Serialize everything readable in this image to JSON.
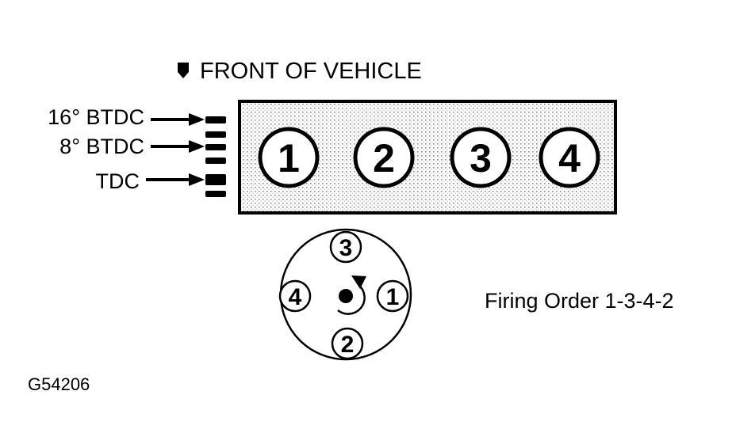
{
  "header": {
    "front_label": "FRONT OF VEHICLE"
  },
  "timing_marks": {
    "labels": [
      "16° BTDC",
      "8° BTDC",
      "TDC"
    ]
  },
  "engine_block": {
    "cylinders": [
      "1",
      "2",
      "3",
      "4"
    ]
  },
  "distributor": {
    "terminal_top": "3",
    "terminal_right": "1",
    "terminal_bottom": "2",
    "terminal_left": "4"
  },
  "firing_order": {
    "label": "Firing Order 1-3-4-2"
  },
  "figure_id": "G54206",
  "colors": {
    "ink": "#000000",
    "paper": "#ffffff",
    "stipple": "#9a9a9a"
  },
  "icons": {
    "front_marker": "front-arrow-icon",
    "rotation": "rotation-arrow-icon"
  }
}
